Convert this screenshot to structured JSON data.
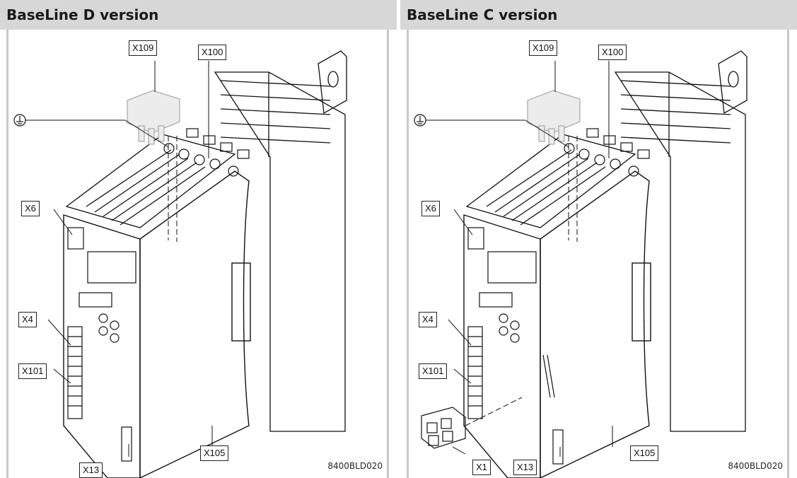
{
  "panels": [
    {
      "title": "BaseLine D version",
      "labels": {
        "x109": "X109",
        "x100": "X100",
        "x6": "X6",
        "x4": "X4",
        "x101": "X101",
        "x13": "X13",
        "x105": "X105"
      },
      "figure_code": "8400BLD020"
    },
    {
      "title": "BaseLine C version",
      "labels": {
        "x109": "X109",
        "x100": "X100",
        "x6": "X6",
        "x4": "X4",
        "x101": "X101",
        "x1": "X1",
        "x13": "X13",
        "x105": "X105"
      },
      "figure_code": "8400BLD020"
    }
  ],
  "icons": {
    "ground": "protective-earth-icon"
  }
}
